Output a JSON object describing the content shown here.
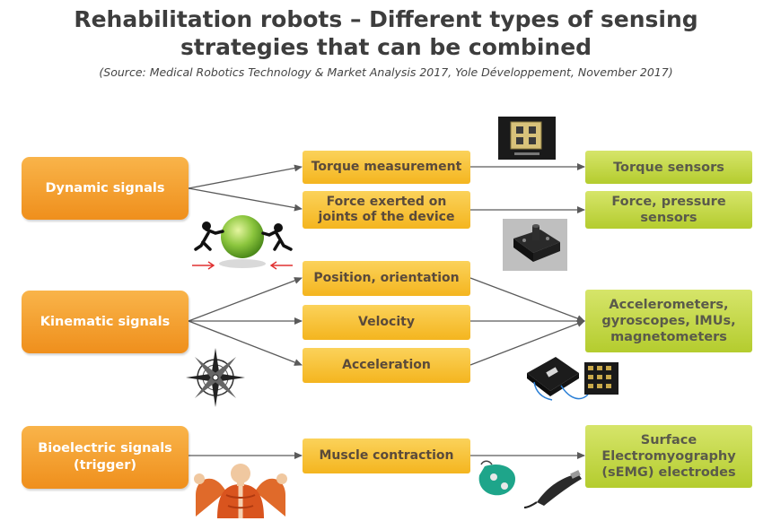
{
  "title": {
    "line1": "Rehabilitation robots – Different types of sensing",
    "line2": "strategies that can be combined"
  },
  "source": "(Source: Medical Robotics Technology & Market Analysis 2017, Yole Développement, November 2017)",
  "signals": {
    "dynamic": "Dynamic signals",
    "kinematic": "Kinematic signals",
    "bioelectric_line1": "Bioelectric signals",
    "bioelectric_line2": "(trigger)"
  },
  "measurements": {
    "torque": "Torque measurement",
    "force_line1": "Force exerted on",
    "force_line2": "joints of the device",
    "position": "Position, orientation",
    "velocity": "Velocity",
    "acceleration": "Acceleration",
    "muscle": "Muscle contraction"
  },
  "sensors": {
    "torque": "Torque sensors",
    "force_line1": "Force, pressure",
    "force_line2": "sensors",
    "imu_line1": "Accelerometers,",
    "imu_line2": "gyroscopes, IMUs,",
    "imu_line3": "magnetometers",
    "semg_line1": "Surface",
    "semg_line2": "Electromyography",
    "semg_line3": "(sEMG) electrodes"
  },
  "images": {
    "torque_chip": "torque-sensor-chip",
    "pressure_sensor": "pressure-sensor",
    "push_ball": "figures-pushing-ball",
    "compass": "compass-rose",
    "mems_chips": "mems-imu-chips",
    "muscle_man": "muscular-torso",
    "electrodes": "emg-electrodes"
  },
  "colors": {
    "signal_box": "#f29a24",
    "measurement_box": "#f7c23a",
    "sensor_box": "#c3d646",
    "arrow": "#5a5a5a",
    "red_arrow": "#e03030"
  }
}
